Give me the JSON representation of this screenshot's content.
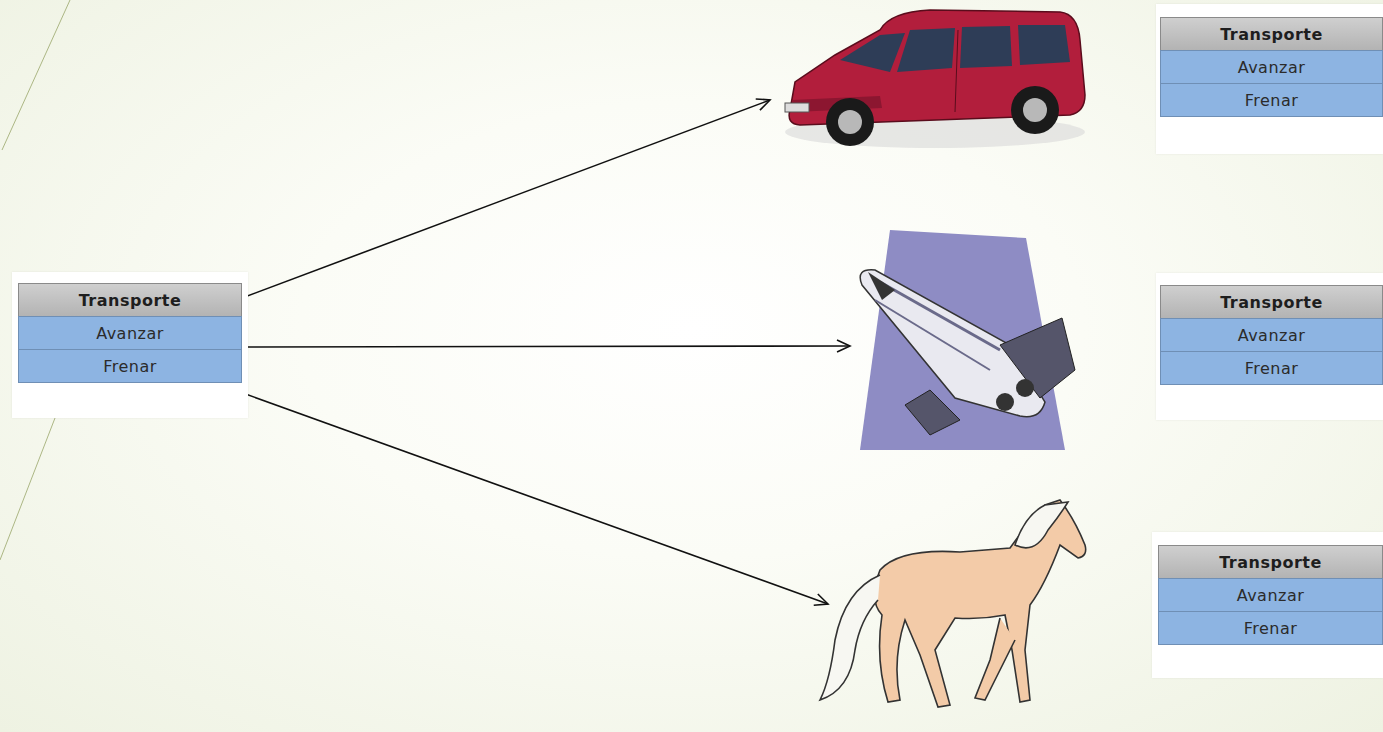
{
  "diagram": {
    "nodes": [
      {
        "text": [
          "Transporte",
          "Avanzar",
          "Frenar"
        ]
      },
      {
        "text": [
          "Transporte",
          "Avanzar",
          "Frenar"
        ]
      },
      {
        "text": [
          "Transporte",
          "Avanzar",
          "Frenar"
        ]
      },
      {
        "text": [
          "Transporte",
          "Avanzar",
          "Frenar"
        ]
      }
    ]
  }
}
